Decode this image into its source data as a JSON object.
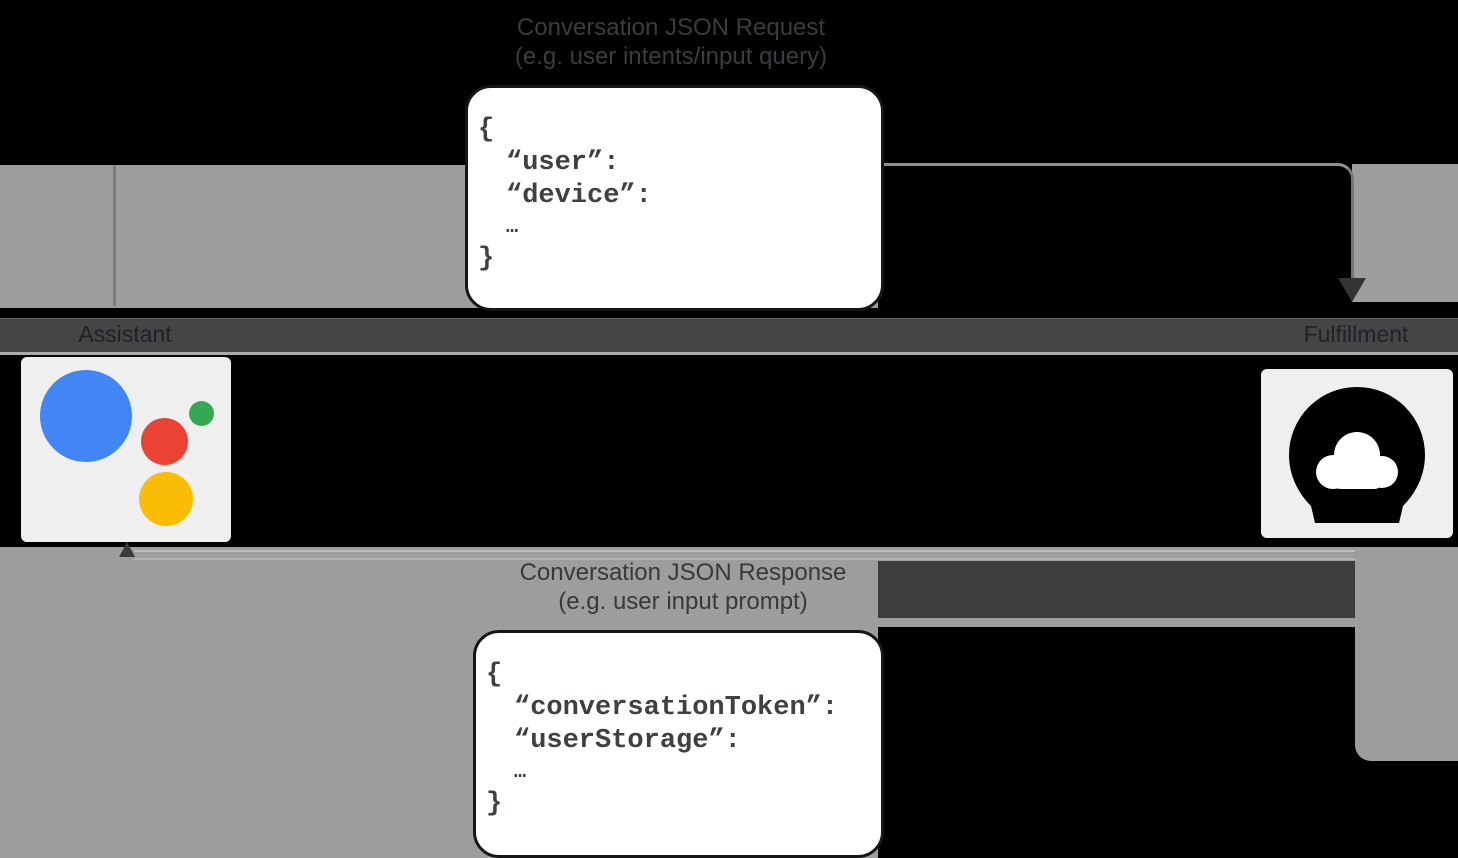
{
  "request_flow": {
    "title_line1": "Conversation JSON Request",
    "title_line2": "(e.g. user intents/input query)",
    "code": [
      "{",
      "“user”:",
      "“device”:",
      "…",
      "}"
    ]
  },
  "response_flow": {
    "title_line1": "Conversation JSON Response",
    "title_line2": "(e.g. user input prompt)",
    "code": [
      "{",
      "“conversationToken”:",
      "“userStorage”:",
      "…",
      "}"
    ]
  },
  "actors": {
    "assistant_label": "Assistant",
    "fulfillment_label": "Fulfillment"
  },
  "icons": {
    "assistant_logo": "google-assistant-logo",
    "fulfillment": "cloud-icon",
    "request_arrow": "arrow-down-icon",
    "response_arrow": "arrow-up-icon"
  },
  "colors": {
    "background": "#000000",
    "flow_band_gray": "#9d9d9d",
    "label_band": "#454548",
    "card_background": "#ffffff",
    "code_text": "#3e4043",
    "assistant_blue": "#4285f4",
    "assistant_red": "#ea4335",
    "assistant_green": "#34a853",
    "assistant_yellow": "#fbbc05",
    "cloud_icon": "#000000"
  }
}
